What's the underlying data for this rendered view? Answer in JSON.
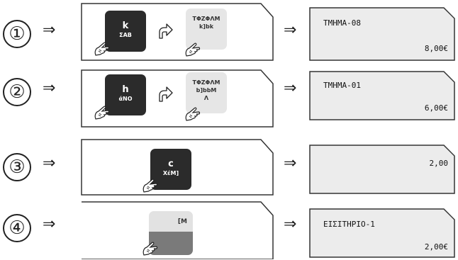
{
  "steps": [
    {
      "number": "①",
      "arrow_left": "⇒",
      "arrow_right": "⇒",
      "key1": {
        "main": "k",
        "sub": "ΣΑΒ"
      },
      "key2": {
        "lines": [
          "ΤΦΖΦΛΜ",
          "k]bk"
        ]
      },
      "display": {
        "line1": "ΤΜΗΜΑ-08",
        "line2": "8,00€"
      }
    },
    {
      "number": "②",
      "arrow_left": "⇒",
      "arrow_right": "⇒",
      "key1": {
        "main": "h",
        "sub": "άΝΟ"
      },
      "key2": {
        "lines": [
          "ΤΦΖΦΛΜ",
          "b]bbM",
          "Λ"
        ]
      },
      "display": {
        "line1": "ΤΜΗΜΑ-01",
        "line2": "6,00€"
      }
    },
    {
      "number": "③",
      "arrow_left": "⇒",
      "arrow_right": "⇒",
      "key1": {
        "main": "c",
        "sub": "ΧέΜ]"
      },
      "display": {
        "line1": "",
        "line2": "2,00"
      }
    },
    {
      "number": "④",
      "arrow_left": "⇒",
      "arrow_right": "⇒",
      "key1": {
        "tag": "[Μ"
      },
      "display": {
        "line1": "ΕΙΣΙΤΗΡΙΟ-1",
        "line2": "2,00€"
      }
    }
  ],
  "icons": {
    "finger": "pointing-finger-icon",
    "swap": "swap-arrow-icon"
  },
  "colors": {
    "dark_key": "#2b2b2b",
    "light_key": "#e6e6e6",
    "display_bg": "#ececec",
    "outline": "#333333"
  }
}
